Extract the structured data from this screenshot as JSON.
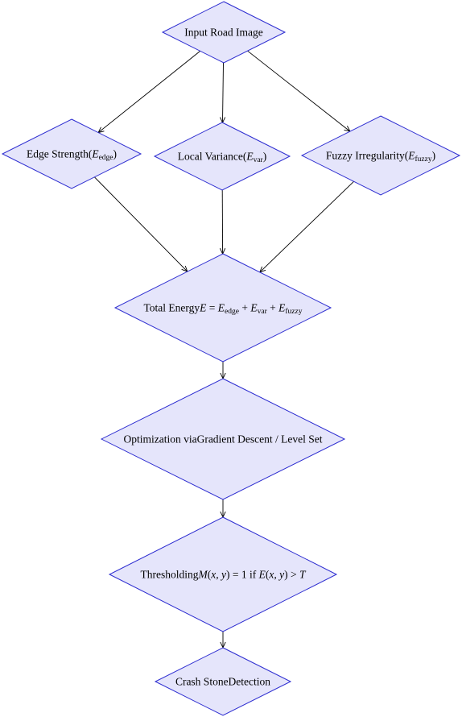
{
  "diagram": {
    "type": "flowchart",
    "node_fill": "#e5e5fb",
    "node_stroke": "#2b2bd0",
    "edge_color": "#000000",
    "nodes": [
      {
        "id": "input",
        "shape": "diamond",
        "parts": [
          {
            "t": "Input Road Image"
          }
        ]
      },
      {
        "id": "edge_strength",
        "shape": "diamond",
        "parts": [
          {
            "t": "Edge Strength("
          },
          {
            "t": "E",
            "m": true
          },
          {
            "t": "edge",
            "sub": true
          },
          {
            "t": ")"
          }
        ]
      },
      {
        "id": "local_variance",
        "shape": "diamond",
        "parts": [
          {
            "t": "Local Variance("
          },
          {
            "t": "E",
            "m": true
          },
          {
            "t": "var",
            "sub": true
          },
          {
            "t": ")"
          }
        ]
      },
      {
        "id": "fuzzy_irregularity",
        "shape": "diamond",
        "parts": [
          {
            "t": "Fuzzy Irregularity("
          },
          {
            "t": "E",
            "m": true
          },
          {
            "t": "fuzzy",
            "sub": true
          },
          {
            "t": ")"
          }
        ]
      },
      {
        "id": "total_energy",
        "shape": "diamond",
        "parts": [
          {
            "t": "Total Energy"
          },
          {
            "t": "E",
            "m": true
          },
          {
            "t": " = "
          },
          {
            "t": "E",
            "m": true
          },
          {
            "t": "edge",
            "sub": true
          },
          {
            "t": " + "
          },
          {
            "t": "E",
            "m": true
          },
          {
            "t": "var",
            "sub": true
          },
          {
            "t": " + "
          },
          {
            "t": "E",
            "m": true
          },
          {
            "t": "fuzzy",
            "sub": true
          }
        ]
      },
      {
        "id": "optimization",
        "shape": "diamond",
        "parts": [
          {
            "t": "Optimization viaGradient Descent / Level Set"
          }
        ]
      },
      {
        "id": "thresholding",
        "shape": "diamond",
        "parts": [
          {
            "t": "Thresholding"
          },
          {
            "t": "M",
            "m": true
          },
          {
            "t": "("
          },
          {
            "t": "x, y",
            "m": true
          },
          {
            "t": ") = 1 if "
          },
          {
            "t": "E",
            "m": true
          },
          {
            "t": "("
          },
          {
            "t": "x, y",
            "m": true
          },
          {
            "t": ") > "
          },
          {
            "t": "T",
            "m": true
          }
        ]
      },
      {
        "id": "detection",
        "shape": "diamond",
        "parts": [
          {
            "t": "Crash StoneDetection"
          }
        ]
      }
    ],
    "edges": [
      {
        "from": "input",
        "to": "edge_strength"
      },
      {
        "from": "input",
        "to": "local_variance"
      },
      {
        "from": "input",
        "to": "fuzzy_irregularity"
      },
      {
        "from": "edge_strength",
        "to": "total_energy"
      },
      {
        "from": "local_variance",
        "to": "total_energy"
      },
      {
        "from": "fuzzy_irregularity",
        "to": "total_energy"
      },
      {
        "from": "total_energy",
        "to": "optimization"
      },
      {
        "from": "optimization",
        "to": "thresholding"
      },
      {
        "from": "thresholding",
        "to": "detection"
      }
    ]
  }
}
